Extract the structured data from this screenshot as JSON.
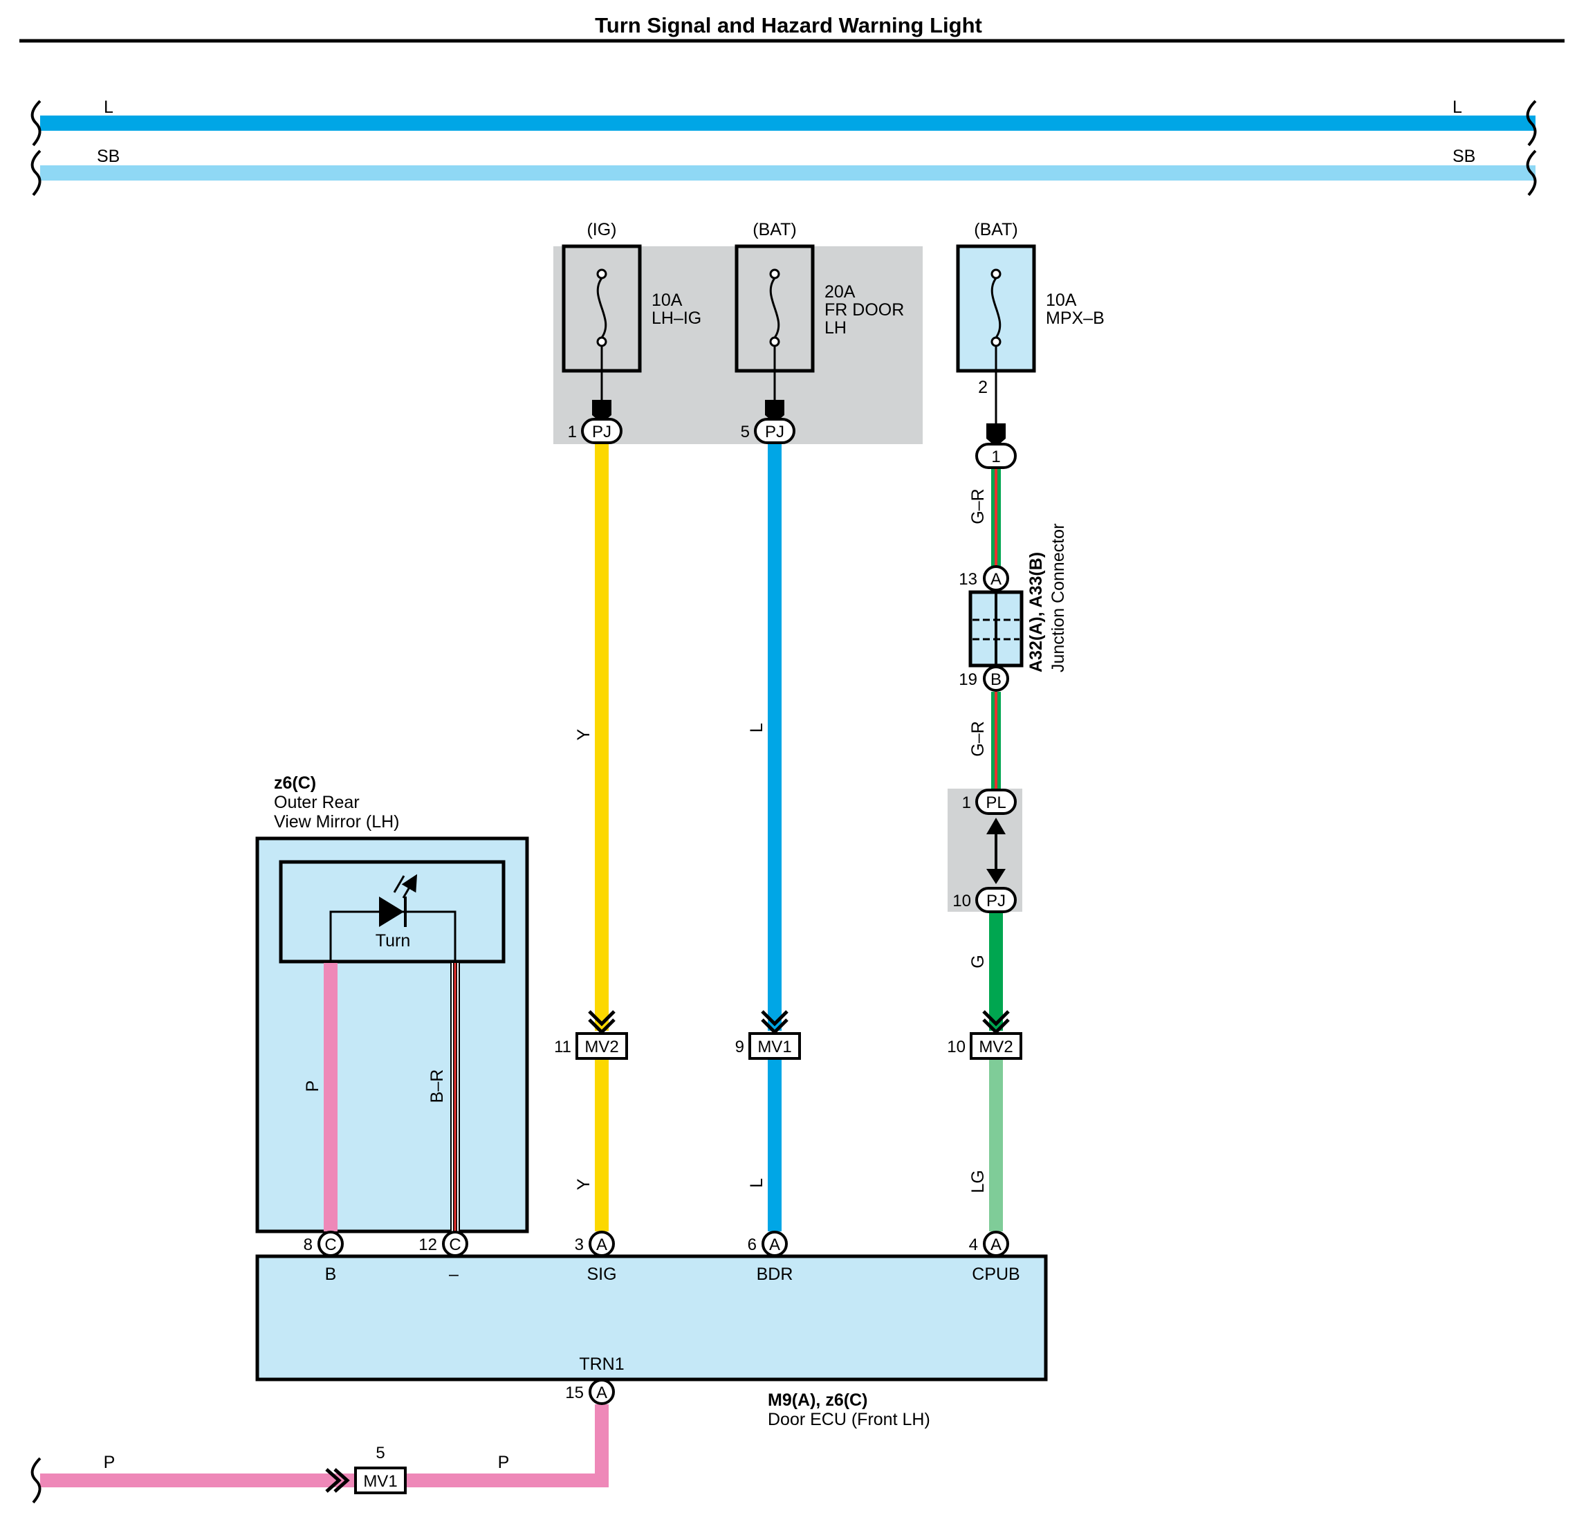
{
  "title": "Turn Signal and Hazard Warning Light",
  "colors": {
    "wire_L": "#00a6e6",
    "wire_SB": "#8fd8f5",
    "wire_Y": "#fcd800",
    "wire_G": "#00a650",
    "wire_LG": "#7fcc98",
    "wire_R": "#e8312e",
    "wire_P": "#ee88b8",
    "component_fill": "#c5e8f7",
    "shade": "#d1d3d4"
  },
  "bus": {
    "l_left": "L",
    "l_right": "L",
    "sb_left": "SB",
    "sb_right": "SB"
  },
  "fuses": {
    "f1": {
      "source": "(IG)",
      "rating": "10A",
      "name": "LH–IG"
    },
    "f2": {
      "source": "(BAT)",
      "rating": "20A",
      "name1": "FR DOOR",
      "name2": "LH"
    },
    "f3": {
      "source": "(BAT)",
      "rating": "10A",
      "name": "MPX–B",
      "pin": "2"
    }
  },
  "connectors": {
    "pj1": {
      "num": "1",
      "code": "PJ"
    },
    "pj5": {
      "num": "5",
      "code": "PJ"
    },
    "c1": {
      "code": "1"
    },
    "a13": {
      "num": "13",
      "code": "A"
    },
    "b19": {
      "num": "19",
      "code": "B"
    },
    "pl1": {
      "num": "1",
      "code": "PL"
    },
    "pj10": {
      "num": "10",
      "code": "PJ"
    },
    "mv2_11": {
      "num": "11",
      "code": "MV2"
    },
    "mv1_9": {
      "num": "9",
      "code": "MV1"
    },
    "mv2_10": {
      "num": "10",
      "code": "MV2"
    },
    "c8": {
      "num": "8",
      "code": "C"
    },
    "c12": {
      "num": "12",
      "code": "C"
    },
    "a3": {
      "num": "3",
      "code": "A"
    },
    "a6": {
      "num": "6",
      "code": "A"
    },
    "a4": {
      "num": "4",
      "code": "A"
    },
    "a15": {
      "num": "15",
      "code": "A"
    },
    "mv1_5": {
      "num": "5",
      "code": "MV1"
    }
  },
  "wires": {
    "y1": "Y",
    "y2": "Y",
    "l1": "L",
    "l2": "L",
    "gr1": "G–R",
    "gr2": "G–R",
    "g": "G",
    "lg": "LG",
    "p_mirror": "P",
    "br": "B–R",
    "p_bottom1": "P",
    "p_bottom2": "P"
  },
  "junction": {
    "code": "A32(A), A33(B)",
    "name": "Junction Connector"
  },
  "mirror": {
    "code": "z6(C)",
    "name1": "Outer Rear",
    "name2": "View Mirror (LH)",
    "led_label": "Turn"
  },
  "ecu": {
    "code": "M9(A), z6(C)",
    "name": "Door ECU (Front LH)",
    "terminals": {
      "b": "B",
      "minus": "–",
      "sig": "SIG",
      "bdr": "BDR",
      "cpub": "CPUB",
      "trn1": "TRN1"
    }
  }
}
